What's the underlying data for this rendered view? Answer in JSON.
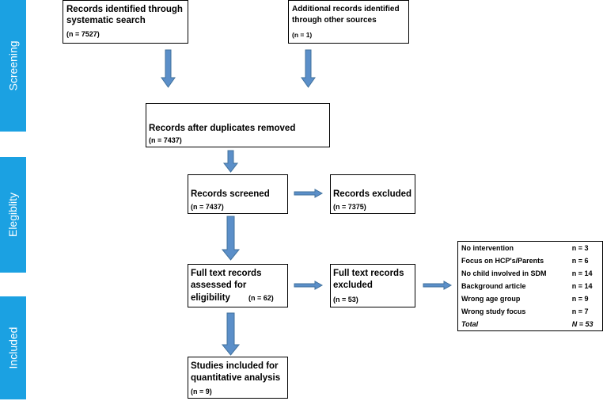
{
  "stages": {
    "screening": "Screening",
    "eligibility": "Elegiblity",
    "included": "Included"
  },
  "boxes": {
    "identified": {
      "line1": "Records identified through",
      "line2": "systematic search",
      "count": "(n = 7527)"
    },
    "additional": {
      "line1": "Additional records identified",
      "line2": "through other sources",
      "count": "(n = 1)"
    },
    "duplicates": {
      "line1": "Records after duplicates removed",
      "count": "(n = 7437)"
    },
    "screened": {
      "line1": "Records screened",
      "count": "(n = 7437)"
    },
    "excluded": {
      "line1": "Records excluded",
      "count": "(n = 7375)"
    },
    "fulltext": {
      "line1": "Full text records",
      "line2": "assessed for",
      "line3": "eligibility",
      "count": "(n = 62)"
    },
    "fulltext_excluded": {
      "line1": "Full text records",
      "line2": "excluded",
      "count": "(n = 53)"
    },
    "included": {
      "line1": "Studies included for",
      "line2": "quantitative analysis",
      "count": "(n = 9)"
    }
  },
  "exclusion_reasons": [
    {
      "reason": "No intervention",
      "value": "n = 3"
    },
    {
      "reason": "Focus on HCP's/Parents",
      "value": "n = 6"
    },
    {
      "reason": "No child involved in SDM",
      "value": "n = 14"
    },
    {
      "reason": "Background article",
      "value": "n = 14"
    },
    {
      "reason": "Wrong age group",
      "value": "n = 9"
    },
    {
      "reason": "Wrong study focus",
      "value": "n = 7"
    }
  ],
  "exclusion_total": {
    "reason": "Total",
    "value": "N = 53"
  },
  "colors": {
    "stage_band": "#1ba1e2",
    "arrow_fill": "#5b8fc9",
    "arrow_stroke": "#41719c"
  }
}
